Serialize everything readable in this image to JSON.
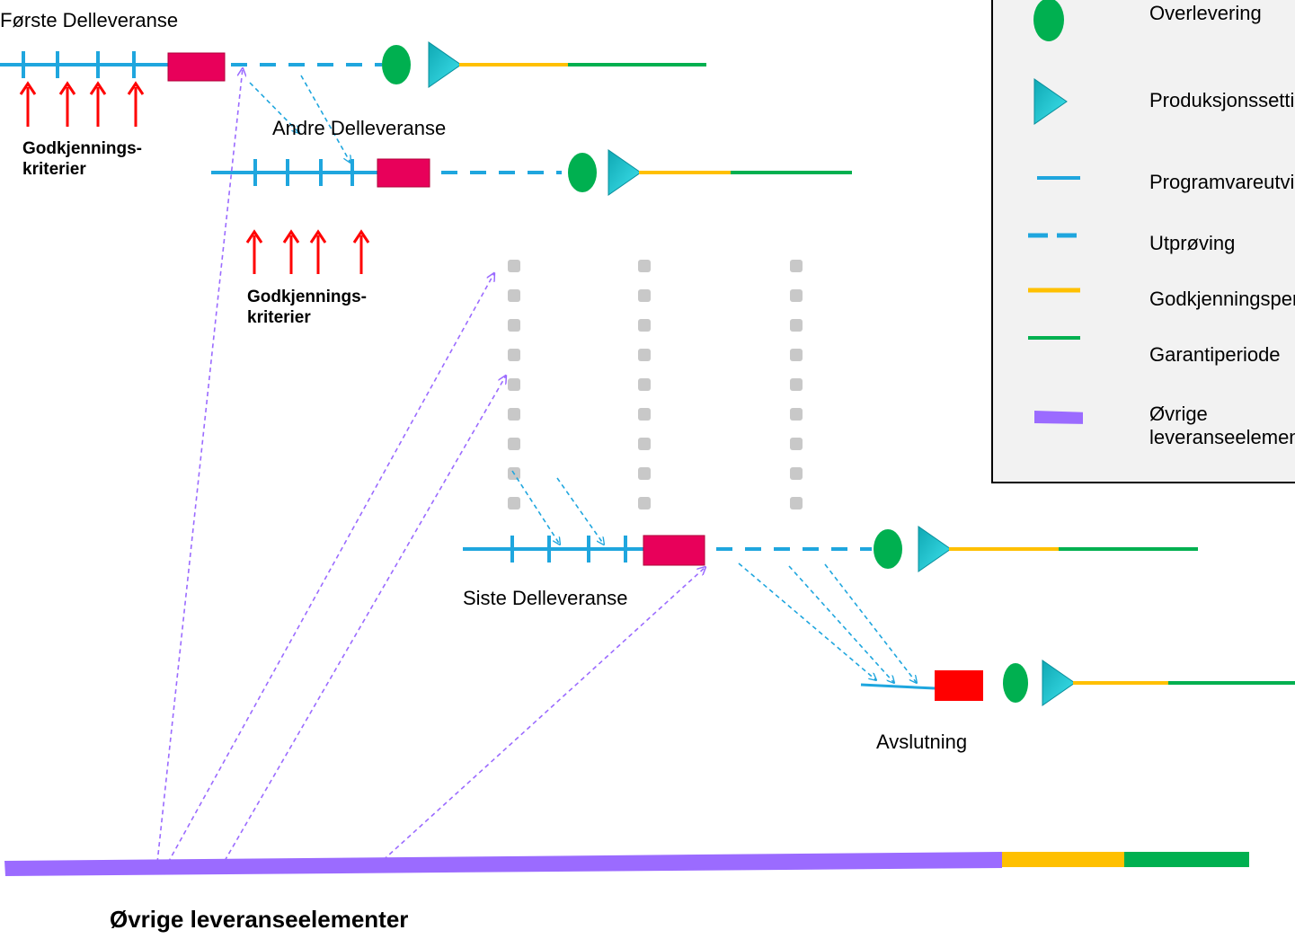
{
  "tracks": {
    "first": "Første Delleveranse",
    "second": "Andre Delleveranse",
    "last": "Siste Delleveranse",
    "closing": "Avslutning"
  },
  "criteria": {
    "line1": "Godkjennings-",
    "line2": "kriterier"
  },
  "bottom_label": "Øvrige leveranseelementer",
  "legend": {
    "items": [
      {
        "label": "Overlevering",
        "symbol": "green-oval"
      },
      {
        "label": "Produksjonssetting",
        "symbol": "cyan-triangle"
      },
      {
        "label": "Programvareutvikling",
        "symbol": "blue-line"
      },
      {
        "label": "Utprøving",
        "symbol": "blue-dashed-line"
      },
      {
        "label": "Godkjenningsperiode",
        "symbol": "yellow-line"
      },
      {
        "label": "Garantiperiode",
        "symbol": "green-line"
      },
      {
        "label": "Øvrige",
        "label2": "leveranseelementer",
        "symbol": "purple-bar"
      }
    ]
  },
  "colors": {
    "development": "#1fa6de",
    "milestone_box": "#e8005a",
    "closing_box": "#ff0000",
    "handover": "#00b050",
    "production": "#22c3d6",
    "approval": "#ffc000",
    "warranty": "#00b050",
    "other_elements": "#9b6bff",
    "criteria_arrow": "#ff0000",
    "placeholder": "#c8c8c8"
  }
}
